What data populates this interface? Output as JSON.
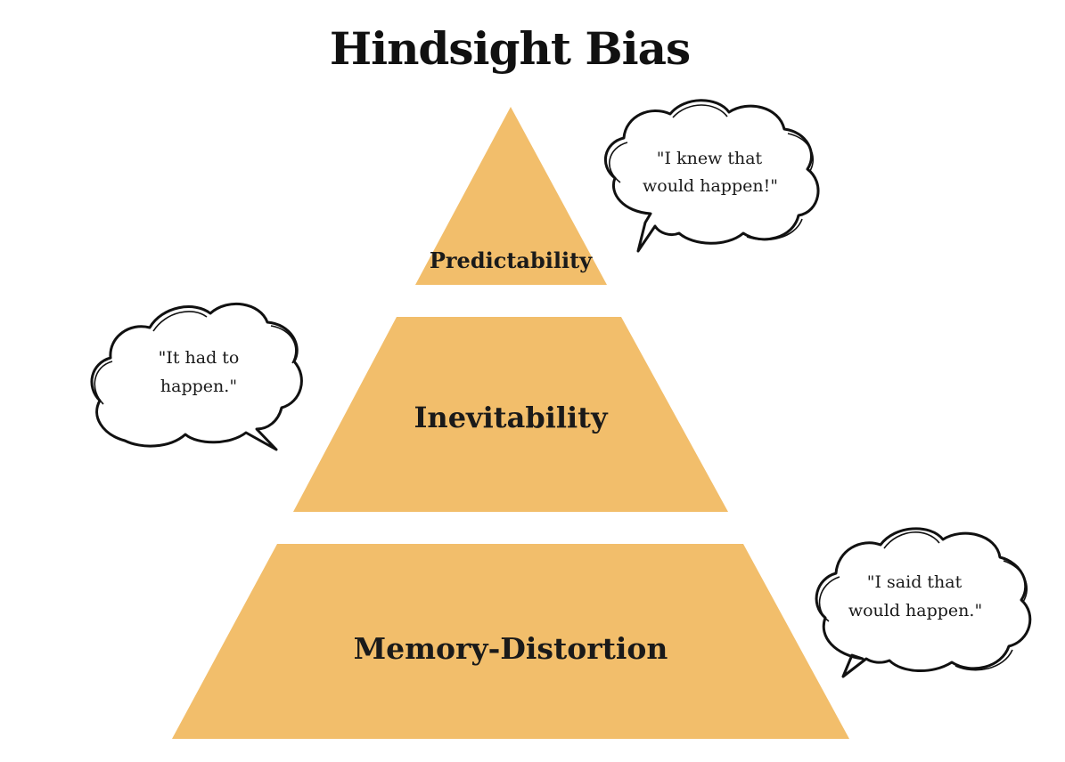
{
  "title": "Hindsight Bias",
  "tiers": [
    {
      "label": "Predictability"
    },
    {
      "label": "Inevitability"
    },
    {
      "label": "Memory-Distortion"
    }
  ],
  "bubbles": [
    {
      "line1": "\"I knew that",
      "line2": "would happen!\""
    },
    {
      "line1": "\"It had to",
      "line2": "happen.\""
    },
    {
      "line1": "\"I said that",
      "line2": "would happen.\""
    }
  ],
  "colors": {
    "tier_fill": "#F2BE6B",
    "outline": "#111111",
    "background": "#FFFFFF"
  }
}
